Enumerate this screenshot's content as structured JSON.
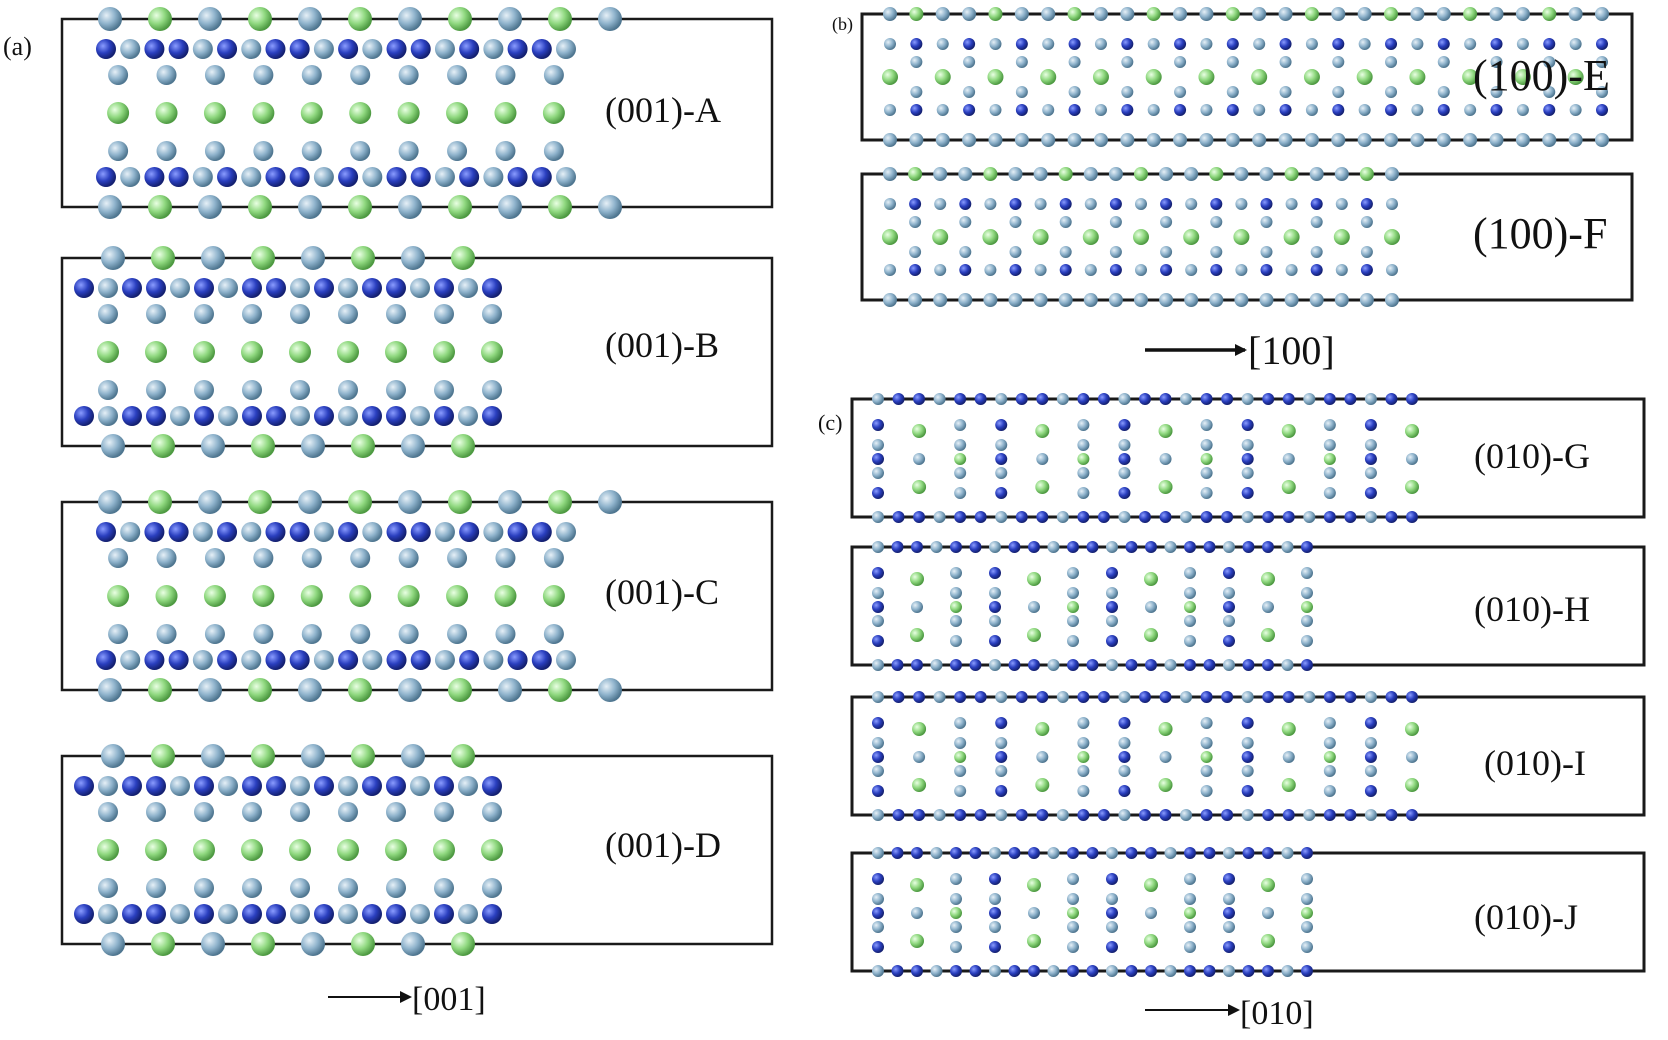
{
  "figure": {
    "panel_labels": {
      "a": "(a)",
      "b": "(b)",
      "c": "(c)"
    },
    "axis_labels": {
      "a": "[001]",
      "b": "[100]",
      "c": "[010]"
    },
    "colors": {
      "outline": "#1a1a1a",
      "atom_dark_blue": "#2a3fbf",
      "atom_light_blue": "#8fb3cc",
      "atom_green": "#8fd87f"
    },
    "slabs": [
      {
        "id": "001-A",
        "label": "(001)-A",
        "panel": "a",
        "type": "a_long"
      },
      {
        "id": "001-B",
        "label": "(001)-B",
        "panel": "a",
        "type": "a_short"
      },
      {
        "id": "001-C",
        "label": "(001)-C",
        "panel": "a",
        "type": "a_long"
      },
      {
        "id": "001-D",
        "label": "(001)-D",
        "panel": "a",
        "type": "a_short"
      },
      {
        "id": "100-E",
        "label": "(100)-E",
        "panel": "b",
        "type": "b_long"
      },
      {
        "id": "100-F",
        "label": "(100)-F",
        "panel": "b",
        "type": "b_short"
      },
      {
        "id": "010-G",
        "label": "(010)-G",
        "panel": "c",
        "type": "c_long"
      },
      {
        "id": "010-H",
        "label": "(010)-H",
        "panel": "c",
        "type": "c_short"
      },
      {
        "id": "010-I",
        "label": "(010)-I",
        "panel": "c",
        "type": "c_long"
      },
      {
        "id": "010-J",
        "label": "(010)-J",
        "panel": "c",
        "type": "c_short"
      }
    ]
  }
}
